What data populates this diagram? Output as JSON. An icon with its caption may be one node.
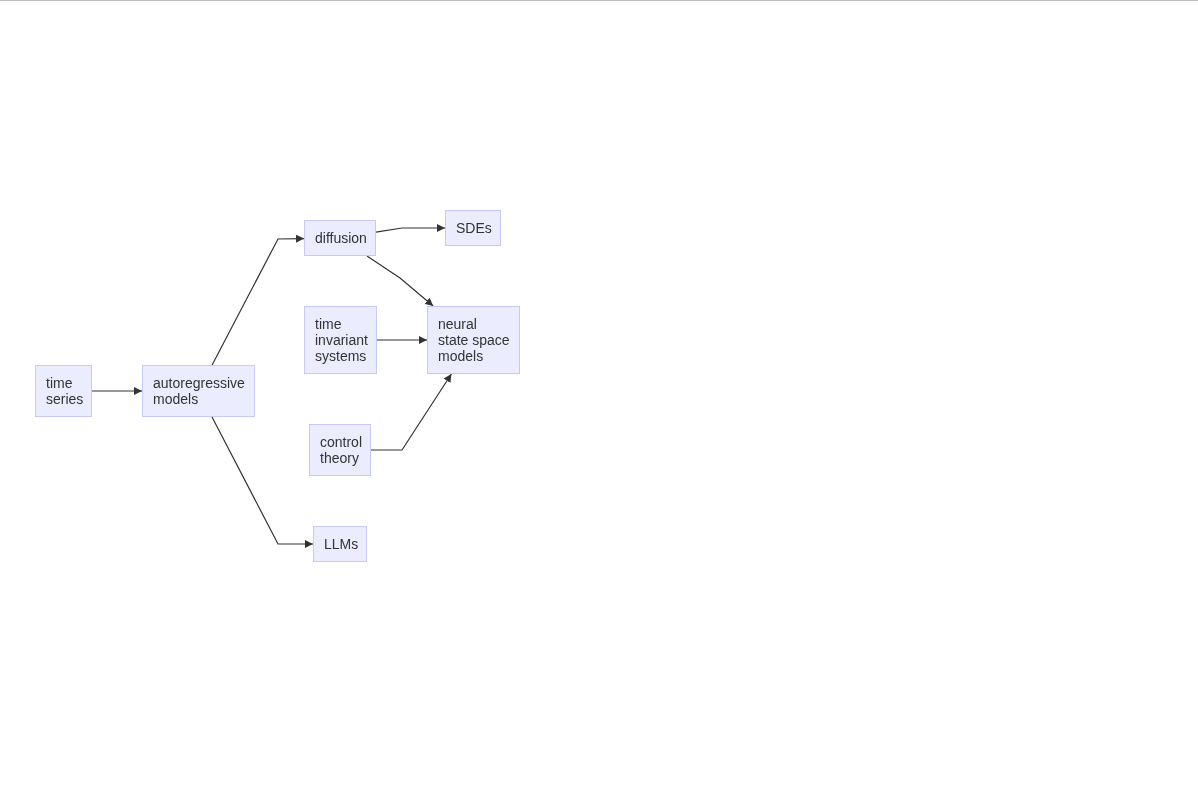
{
  "diagram": {
    "nodes": [
      {
        "text": [
          "time series"
        ]
      },
      {
        "text": [
          "autoregressive models"
        ]
      },
      {
        "text": [
          "diffusion"
        ]
      },
      {
        "text": [
          "SDEs"
        ]
      },
      {
        "text": [
          "time invariant systems"
        ]
      },
      {
        "text": [
          "neural state space models"
        ]
      },
      {
        "text": [
          "control theory"
        ]
      },
      {
        "text": [
          "LLMs"
        ]
      }
    ],
    "edges": [
      {
        "from": 0,
        "to": 1,
        "arrow": "to"
      },
      {
        "from": 1,
        "to": 2,
        "arrow": "to"
      },
      {
        "from": 1,
        "to": 7,
        "arrow": "to"
      },
      {
        "from": 2,
        "to": 3,
        "arrow": "to"
      },
      {
        "from": 2,
        "to": 5,
        "arrow": "to"
      },
      {
        "from": 4,
        "to": 5,
        "arrow": "to"
      },
      {
        "from": 6,
        "to": 5,
        "arrow": "to"
      }
    ]
  }
}
